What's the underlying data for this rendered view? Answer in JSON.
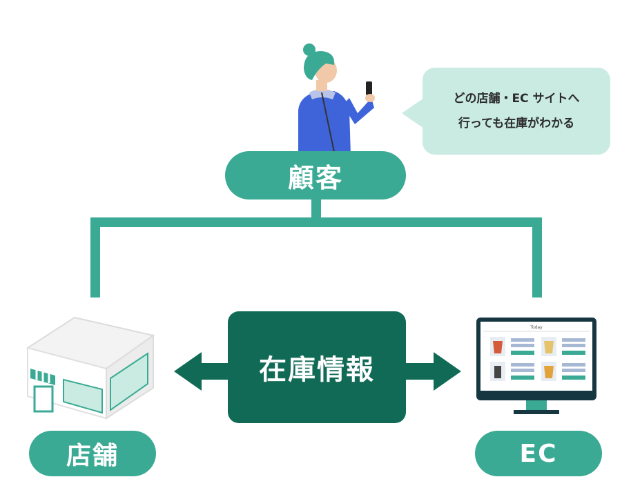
{
  "customer": {
    "label": "顧客"
  },
  "speech": {
    "line1": "どの店舗・EC サイトへ",
    "line2": "行っても在庫がわかる"
  },
  "store": {
    "label": "店舗"
  },
  "ec": {
    "label": "EC"
  },
  "inventory": {
    "label": "在庫情報"
  },
  "monitor": {
    "title": "Today"
  },
  "colors": {
    "accent": "#3aaa94",
    "dark_accent": "#116a56",
    "bubble": "#c9ebe1",
    "customer_jacket": "#3f63d9",
    "customer_hair": "#3aaa94"
  },
  "icons": [
    "customer-illustration",
    "store-building-icon",
    "ec-monitor-icon",
    "double-arrow-icon"
  ]
}
